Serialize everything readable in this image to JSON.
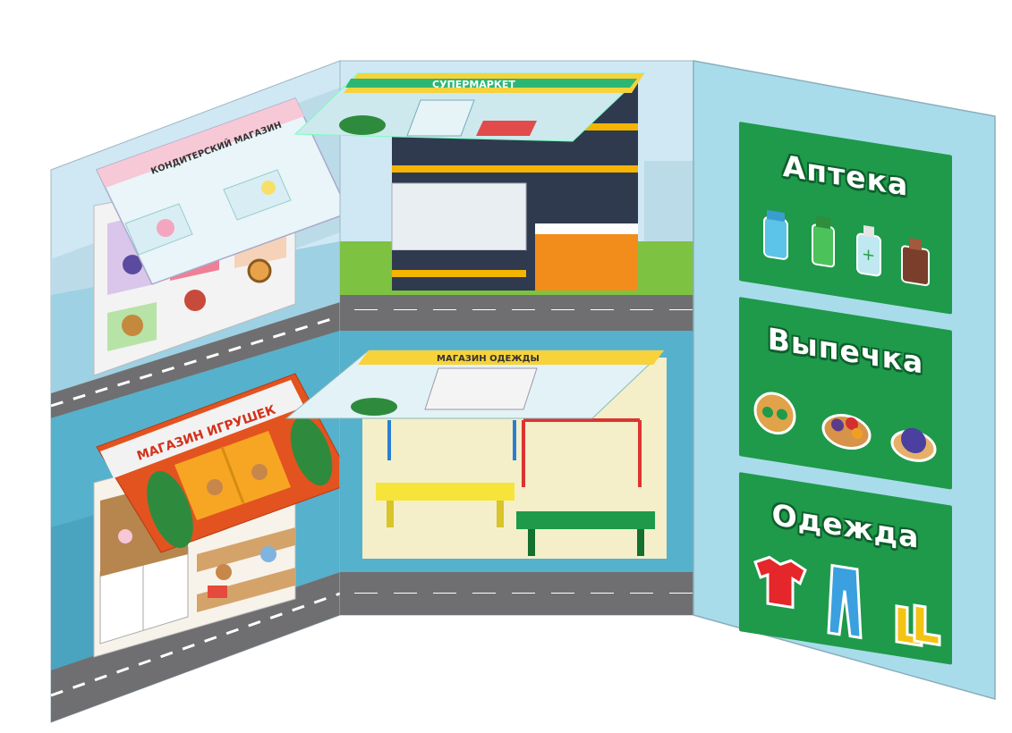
{
  "shops": {
    "supermarket": "СУПЕРМАРКЕТ",
    "confectionery": "КОНДИТЕРСКИЙ МАГАЗИН",
    "clothing": "МАГАЗИН ОДЕЖДЫ",
    "toys": "МАГАЗИН ИГРУШЕК"
  },
  "legend": {
    "pharmacy": "Аптека",
    "bakery": "Выпечка",
    "clothes": "Одежда"
  },
  "colors": {
    "sky": "#cfe8f3",
    "wall": "#a9dcea",
    "road": "#6f6f71",
    "panel_green": "#1e9a4a",
    "grass": "#7ec242"
  }
}
